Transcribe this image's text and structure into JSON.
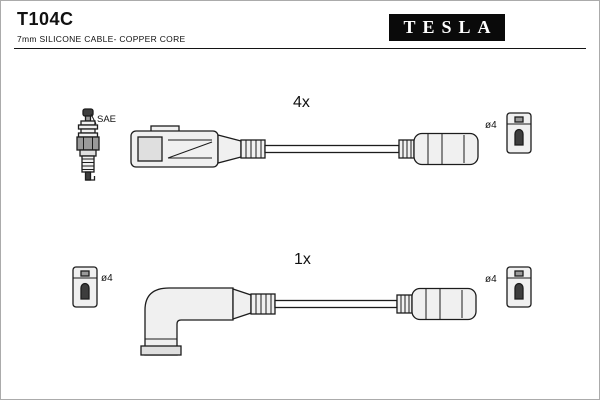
{
  "header": {
    "part_number": "T104C",
    "subtitle": "7mm SILICONE CABLE- COPPER CORE",
    "brand": "TESLA"
  },
  "diagram": {
    "spark_plug_label": "SAE",
    "row1": {
      "quantity": "4x",
      "diameter_right": "ø4"
    },
    "row2": {
      "quantity": "1x",
      "diameter_left": "ø4",
      "diameter_right": "ø4"
    }
  },
  "colors": {
    "ink": "#1c1c1c",
    "brand_bg": "#0a0a0a",
    "brand_fg": "#ffffff",
    "fill_light": "#f0f0f0",
    "page_border": "#ababab"
  }
}
